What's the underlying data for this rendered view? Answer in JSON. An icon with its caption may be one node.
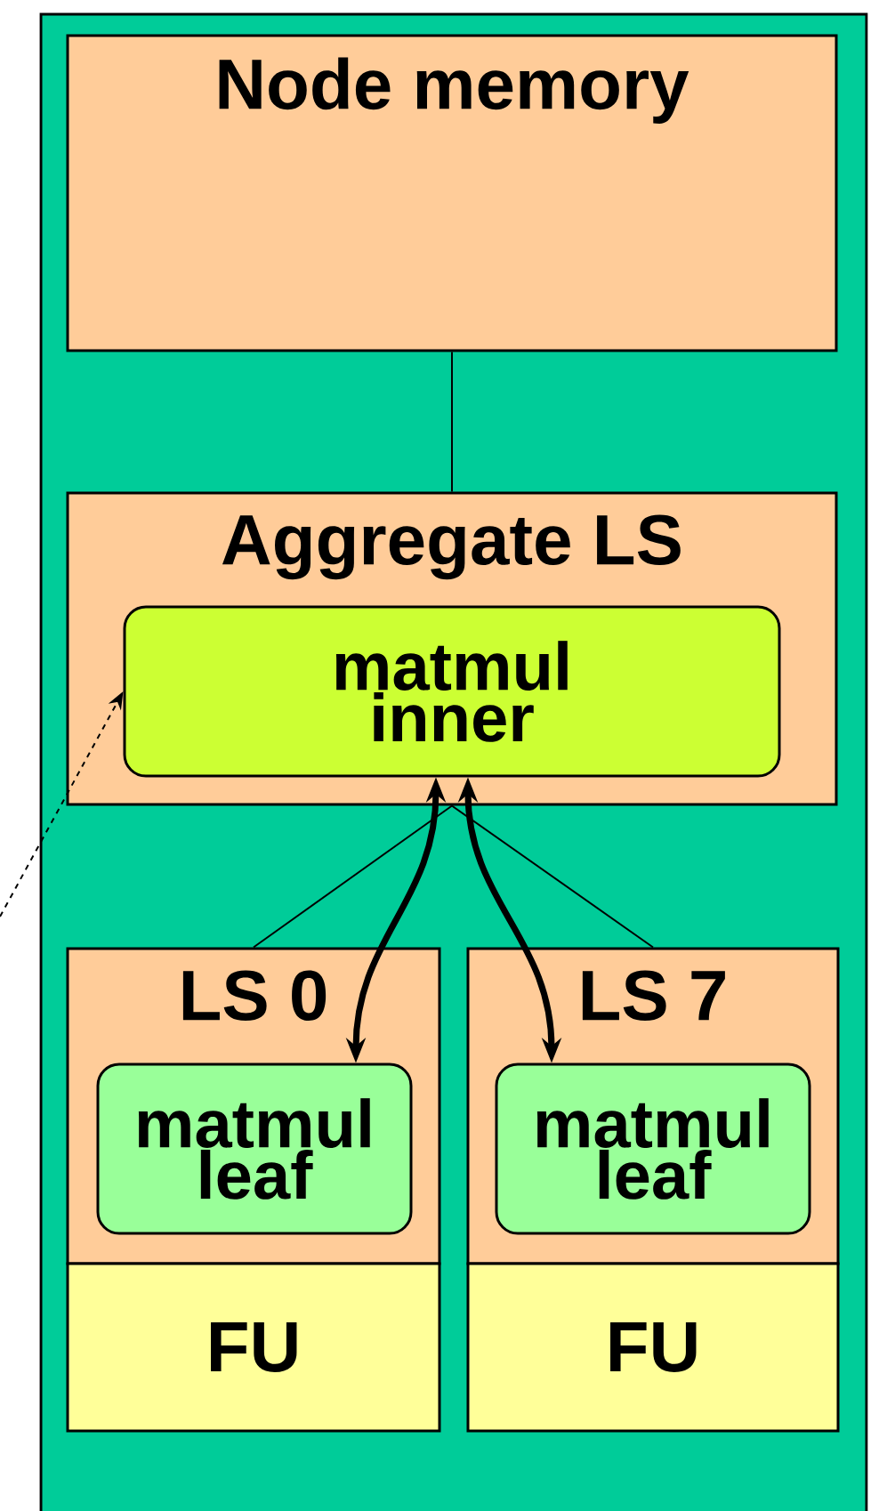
{
  "diagram": {
    "nodes": [
      {
        "text": [],
        "shape": "box"
      },
      {
        "text": [
          "Node memory"
        ],
        "in": 0
      },
      {
        "text": [
          "Aggregate LS"
        ],
        "in": 0
      },
      {
        "text": [
          "matmul inner"
        ],
        "in": 2
      },
      {
        "text": [
          "LS 0"
        ],
        "in": 0
      },
      {
        "text": [
          "matmul leaf"
        ],
        "in": 4
      },
      {
        "text": [
          "FU"
        ],
        "in": 0
      },
      {
        "text": [
          "LS 7"
        ],
        "in": 0
      },
      {
        "text": [
          "matmul leaf"
        ],
        "in": 7
      },
      {
        "text": [
          "FU"
        ],
        "in": 0
      }
    ],
    "edges": [
      {
        "from": 1,
        "to": 2,
        "arrow": "none"
      },
      {
        "from": 2,
        "to": 4,
        "arrow": "none"
      },
      {
        "from": 2,
        "to": 7,
        "arrow": "none"
      },
      {
        "from": 3,
        "to": 5,
        "arrow": "both",
        "style": "thick"
      },
      {
        "from": 3,
        "to": 8,
        "arrow": "both",
        "style": "thick"
      },
      {
        "from": null,
        "to": 3,
        "arrow": "to",
        "style": "dashed"
      }
    ]
  }
}
